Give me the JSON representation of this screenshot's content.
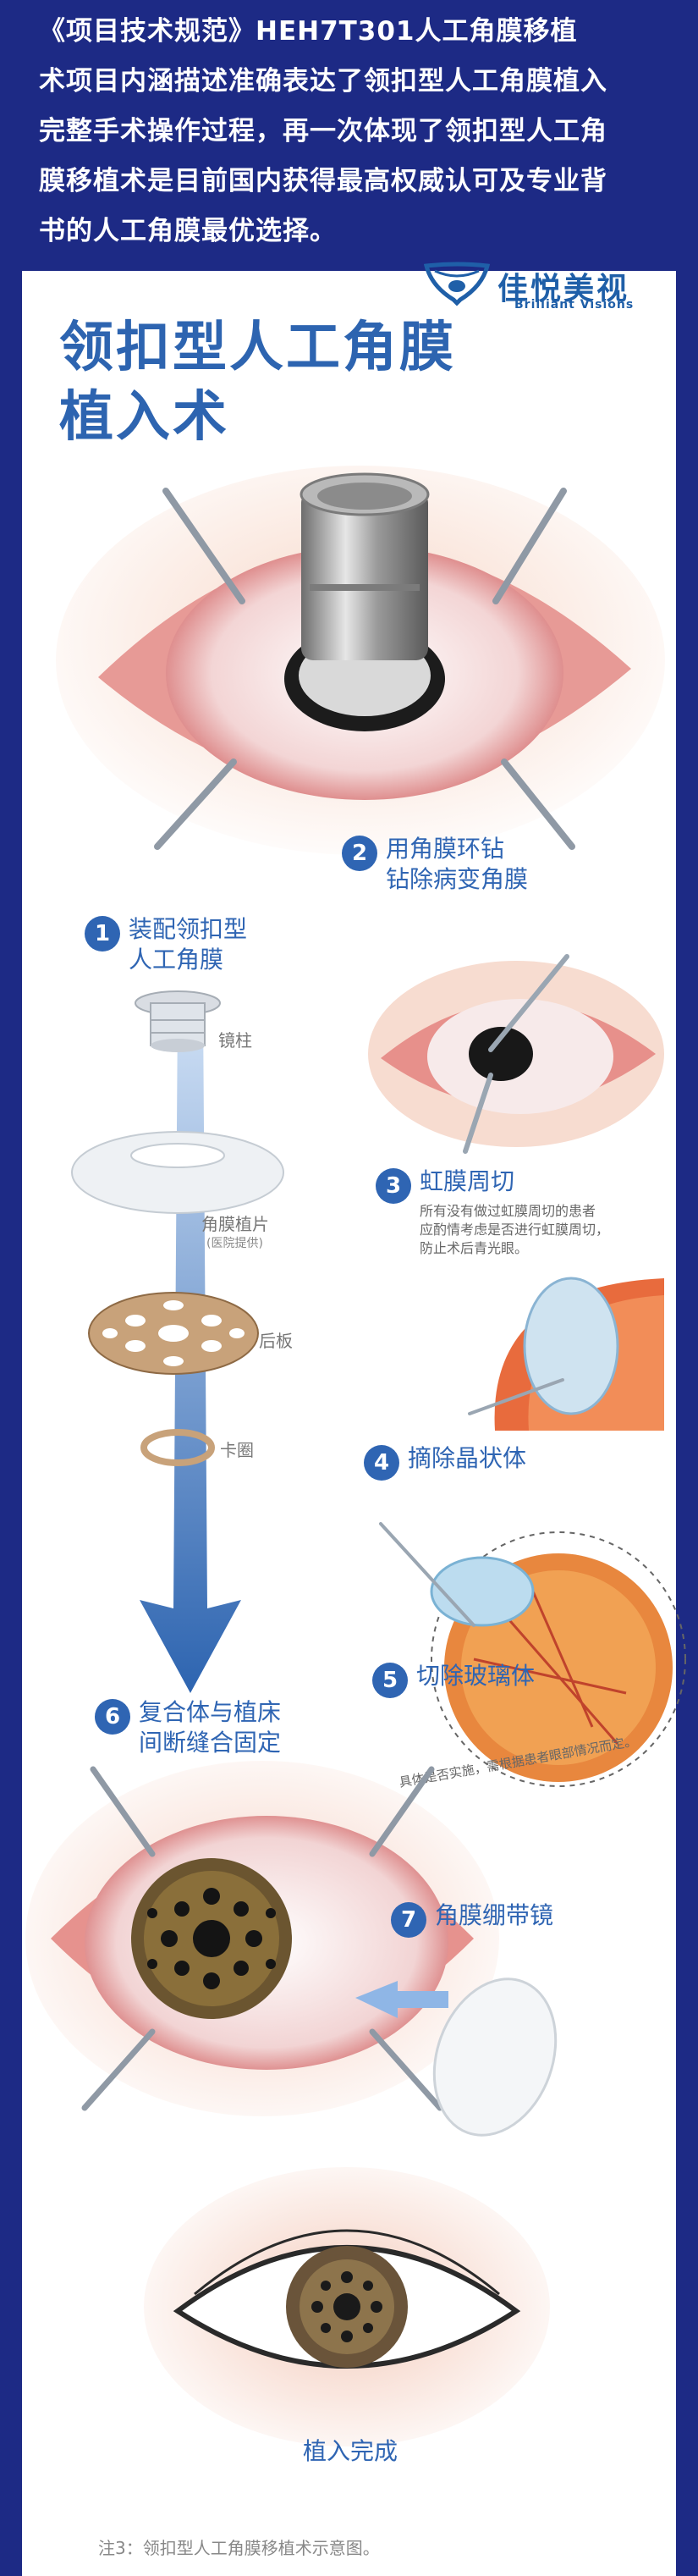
{
  "header": {
    "lines": [
      "《项目技术规范》HEH7T301人工角膜移植",
      "术项目内涵描述准确表达了领扣型人工角膜植入",
      "完整手术操作过程，再一次体现了领扣型人工角",
      "膜移植术是目前国内获得最高权威认可及专业背",
      "书的人工角膜最优选择。"
    ]
  },
  "logo": {
    "cn": "佳悦美视",
    "en": "Brilliant Visions"
  },
  "title": {
    "line1": "领扣型人工角膜",
    "line2": "植入术"
  },
  "steps": [
    {
      "num": "1",
      "lines": [
        "装配领扣型",
        "人工角膜"
      ]
    },
    {
      "num": "2",
      "lines": [
        "用角膜环钻",
        "钻除病变角膜"
      ]
    },
    {
      "num": "3",
      "lines": [
        "虹膜周切"
      ]
    },
    {
      "num": "4",
      "lines": [
        "摘除晶状体"
      ]
    },
    {
      "num": "5",
      "lines": [
        "切除玻璃体"
      ]
    },
    {
      "num": "6",
      "lines": [
        "复合体与植床",
        "间断缝合固定"
      ]
    },
    {
      "num": "7",
      "lines": [
        "角膜绷带镜"
      ]
    }
  ],
  "parts": {
    "stem": "镜柱",
    "plate": "角膜植片",
    "plate_sub": "(医院提供)",
    "backplate": "后板",
    "ring": "卡圈"
  },
  "notes": {
    "iris": [
      "所有没有做过虹膜周切的患者",
      "应酌情考虑是否进行虹膜周切，",
      "防止术后青光眼。"
    ],
    "vitreous": "具体是否实施，需根据患者眼部情况而定。"
  },
  "done_label": "植入完成",
  "footer": "注3：领扣型人工角膜移植术示意图。",
  "colors": {
    "navy": "#1d2a85",
    "accent": "#2f65b3"
  }
}
